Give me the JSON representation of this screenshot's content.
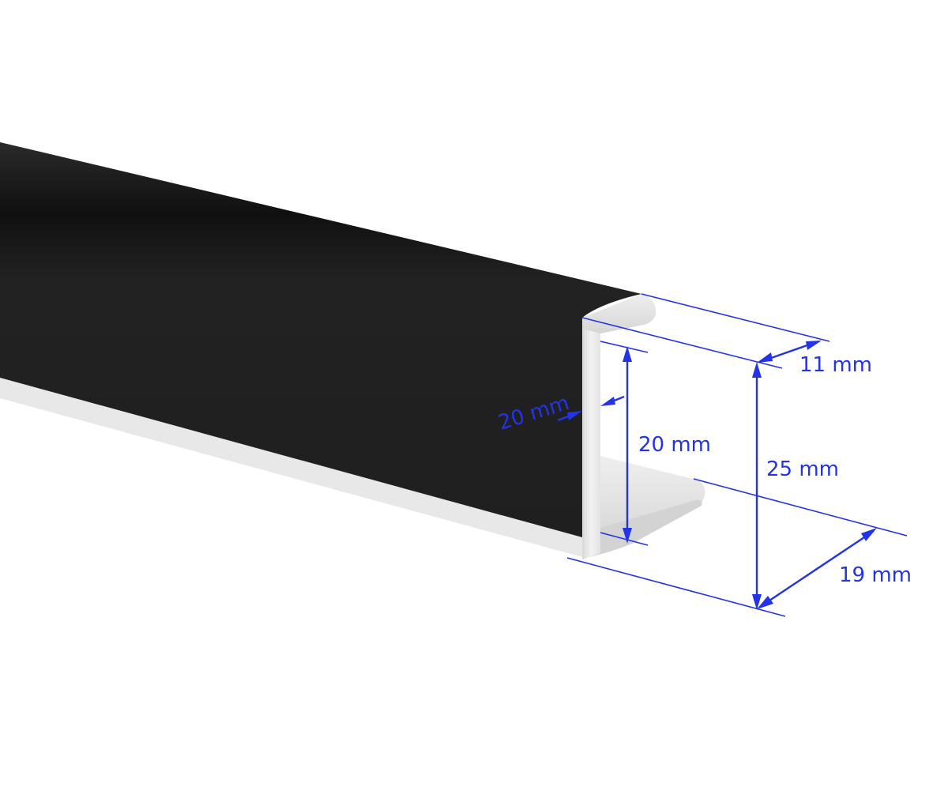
{
  "dimensions": {
    "top_flange": "11 mm",
    "inner_height": "20 mm",
    "wall": "20 mm",
    "overall_height": "25 mm",
    "bottom_flange": "19 mm"
  },
  "colors": {
    "profile_face": "#1f1f1f",
    "profile_edge": "#e6e6e6",
    "dimension_lines": "#2333e8",
    "background": "#ffffff"
  }
}
